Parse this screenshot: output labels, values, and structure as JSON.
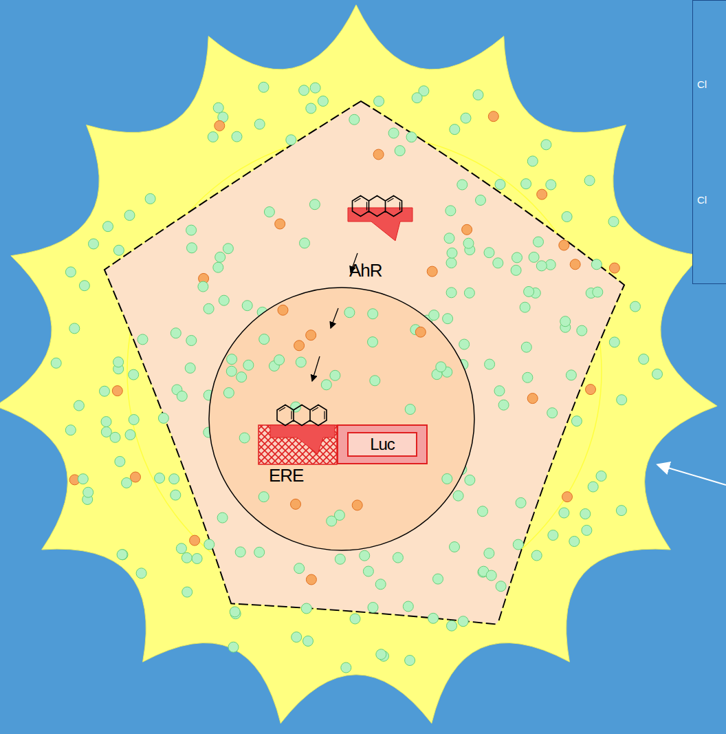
{
  "diagram": {
    "nodes": [
      {
        "text": [
          "Cl",
          "Cl"
        ]
      },
      {
        "text": [
          "Luc"
        ]
      }
    ],
    "labels": [
      "AhR",
      "ERE"
    ]
  }
}
